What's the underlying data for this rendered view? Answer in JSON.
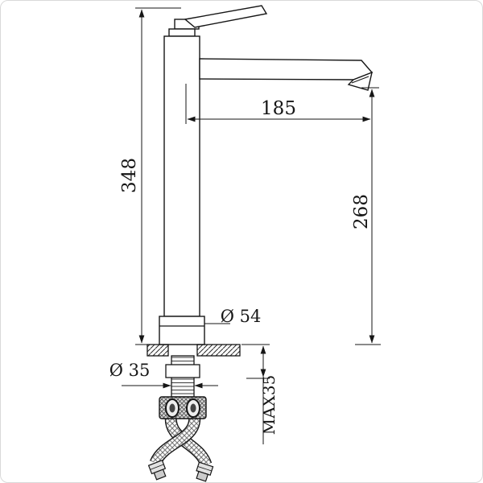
{
  "drawing": {
    "labels": {
      "total_height": "348",
      "spout_reach": "185",
      "spout_height": "268",
      "base_diameter": "Ø 54",
      "shank_diameter": "Ø 35",
      "max_mount_thickness": "MAX35"
    },
    "colors": {
      "ink": "#161616"
    }
  }
}
